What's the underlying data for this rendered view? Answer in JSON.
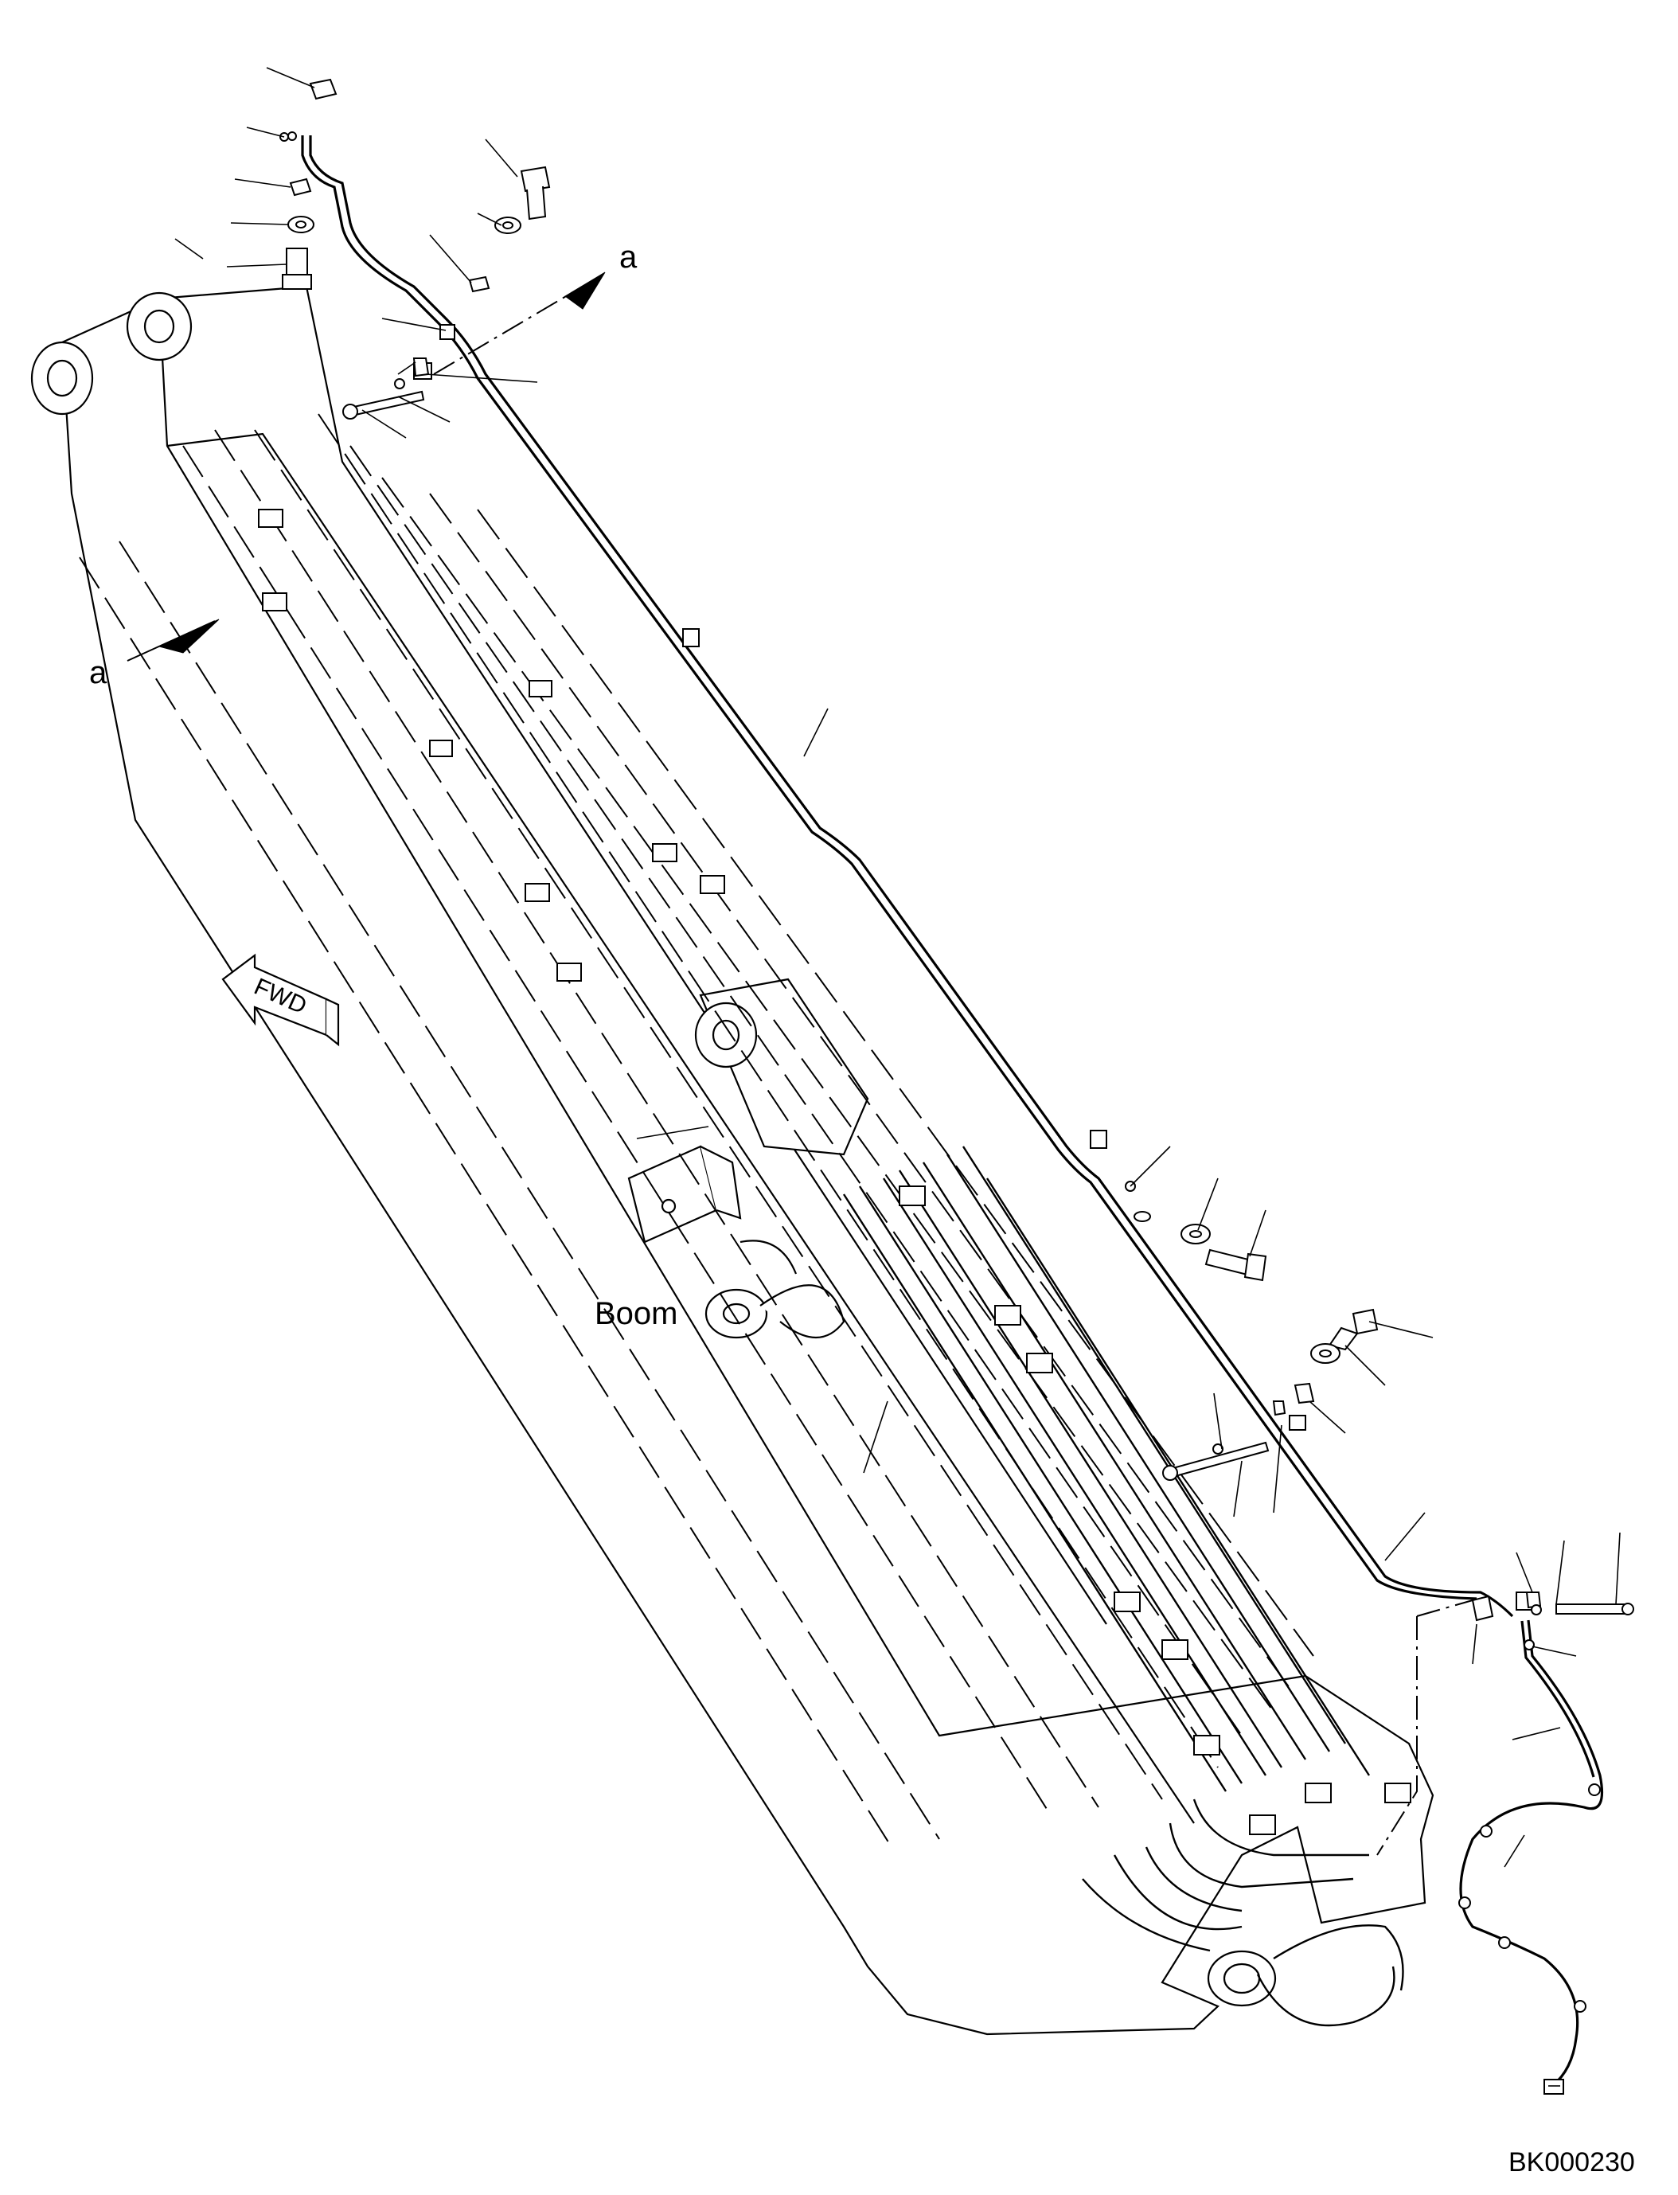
{
  "labels": {
    "view_a_top": "a",
    "view_a_left": "a",
    "boom": "Boom",
    "fwd": "FWD",
    "drawing_code": "BK000230"
  }
}
